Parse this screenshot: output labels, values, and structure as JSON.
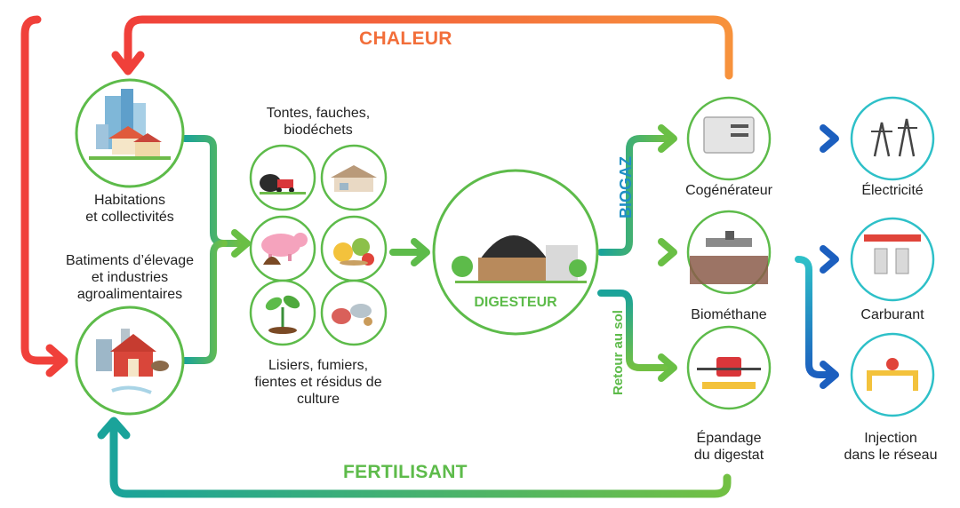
{
  "colors": {
    "heat": "#f04a3c",
    "heat_end": "#f58a3c",
    "green": "#5dbb4a",
    "teal": "#1aa39a",
    "blue": "#1f6fc4",
    "circle_border": "#5dbb4a"
  },
  "loops": {
    "heat_label": "CHALEUR",
    "fertilizer_label": "FERTILISANT"
  },
  "sources": {
    "housing": "Habitations\net collectivités",
    "farms": "Batiments d’élevage\net industries\nagroalimentaires"
  },
  "inputs": {
    "green_waste": "Tontes, fauches,\nbiodéchets",
    "manure": "Lisiers, fumiers,\nfientes et résidus de\nculture",
    "icons": [
      "garbage-mower-icon",
      "industry-icon",
      "pig-icon",
      "manure-icon",
      "fruits-icon",
      "fruit-basket-icon",
      "plant-sprout-icon",
      "food-scraps-icon"
    ]
  },
  "digester": {
    "label": "DIGESTEUR"
  },
  "branches": {
    "biogas": "BIOGAZ",
    "return_to_soil": "Retour au sol"
  },
  "outputs": {
    "cogenerator": "Cogénérateur",
    "biomethane": "Biométhane",
    "spreading": "Épandage\ndu digestat",
    "electricity": "Électricité",
    "fuel": "Carburant",
    "injection": "Injection\ndans le réseau"
  }
}
